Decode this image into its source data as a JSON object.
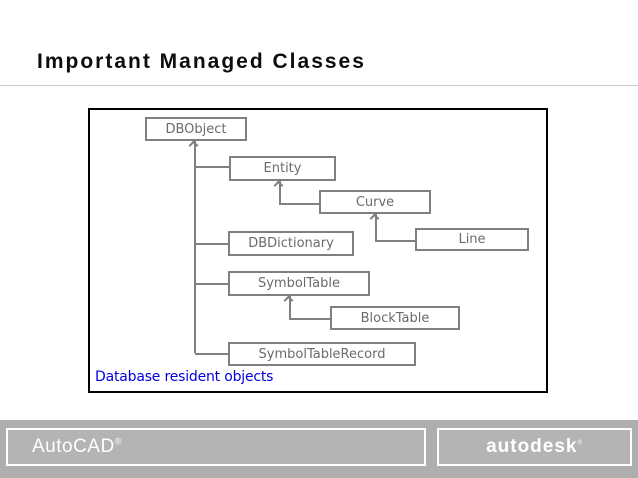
{
  "slide": {
    "title": "Important Managed Classes"
  },
  "diagram": {
    "caption": "Database resident objects",
    "caption_color": "#0000e0",
    "frame_border_color": "#000000",
    "node_border_color": "#7f7f7f",
    "node_text_color": "#6b6b6b",
    "nodes": [
      {
        "label": "DBObject",
        "parent": null
      },
      {
        "label": "Entity",
        "parent": "DBObject"
      },
      {
        "label": "Curve",
        "parent": "Entity"
      },
      {
        "label": "DBDictionary",
        "parent": "DBObject"
      },
      {
        "label": "Line",
        "parent": "Curve"
      },
      {
        "label": "SymbolTable",
        "parent": "DBObject"
      },
      {
        "label": "BlockTable",
        "parent": "SymbolTable"
      },
      {
        "label": "SymbolTableRecord",
        "parent": "DBObject"
      }
    ]
  },
  "footer": {
    "band_color": "#aeaeae",
    "product": "AutoCAD",
    "product_mark": "®",
    "brand": "autodesk",
    "brand_mark": "®"
  }
}
